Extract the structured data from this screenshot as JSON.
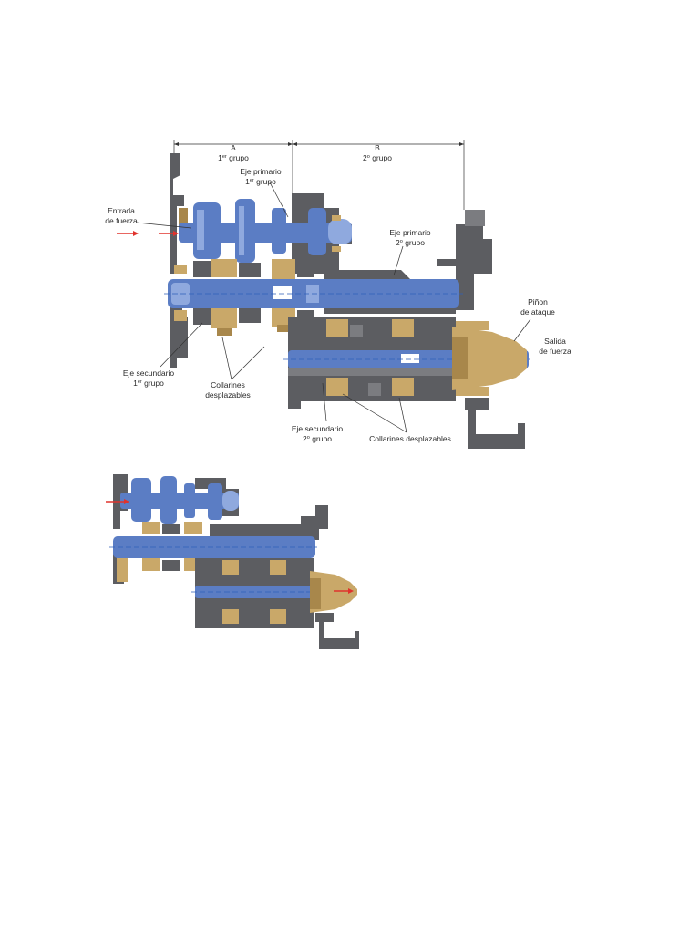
{
  "colors": {
    "housing": "#5c5d61",
    "brass": "#c9a869",
    "shaft_blue": "#5b7dc4",
    "arrow_red": "#e0332d"
  },
  "dimensions": {
    "a": {
      "letter": "A",
      "group_num": "1",
      "group_sup": "er",
      "group_word": " grupo"
    },
    "b": {
      "letter": "B",
      "group_num": "2",
      "group_sup": "o",
      "group_word": " grupo"
    }
  },
  "labels": {
    "entrada_1": "Entrada",
    "entrada_2": "de fuerza",
    "eje_primario_1_a": "Eje primario",
    "eje_primario_1_b_num": "1",
    "eje_primario_1_b_sup": "er",
    "eje_primario_1_b_word": " grupo",
    "eje_primario_2_a": "Eje primario",
    "eje_primario_2_b_num": "2",
    "eje_primario_2_b_sup": "o",
    "eje_primario_2_b_word": " grupo",
    "pinon_1": "Piñon",
    "pinon_2": "de ataque",
    "salida_1": "Salida",
    "salida_2": "de fuerza",
    "eje_secundario_1_a": "Eje secundario",
    "eje_secundario_1_b_num": "1",
    "eje_secundario_1_b_sup": "er",
    "eje_secundario_1_b_word": " grupo",
    "collarines_1": "Collarines",
    "collarines_2": "desplazables",
    "eje_secundario_2_a": "Eje secundario",
    "eje_secundario_2_b_num": "2",
    "eje_secundario_2_b_sup": "o",
    "eje_secundario_2_b_word": " grupo",
    "collarines_desplazables": "Collarines desplazables"
  }
}
